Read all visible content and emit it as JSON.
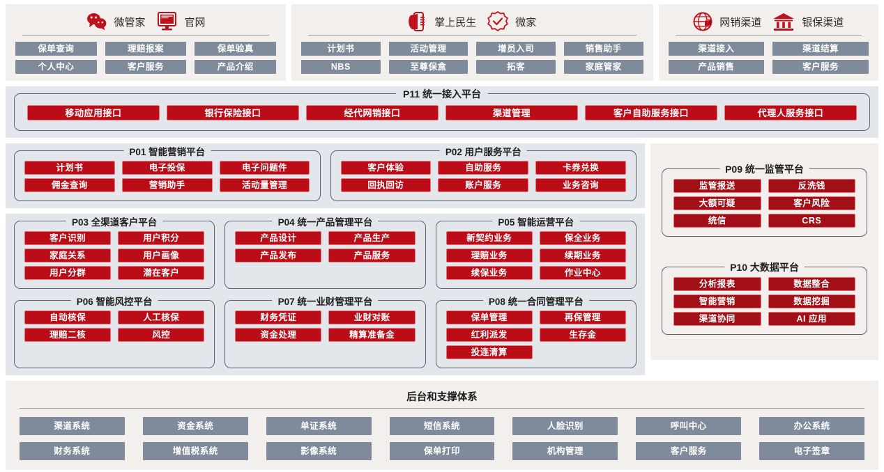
{
  "channels": [
    {
      "id": "wechat-official",
      "heads": [
        {
          "icon": "wechat-icon",
          "label": "微管家"
        },
        {
          "icon": "monitor-icon",
          "label": "官网"
        }
      ],
      "items": [
        "保单查询",
        "理赔报案",
        "保单验真",
        "个人中心",
        "客户服务",
        "产品介绍"
      ],
      "columns": 3
    },
    {
      "id": "mobile-apps",
      "heads": [
        {
          "icon": "mobile-phone-icon",
          "label": "掌上民生"
        },
        {
          "icon": "check-badge-icon",
          "label": "微家"
        }
      ],
      "items": [
        "计划书",
        "活动管理",
        "增员入司",
        "销售助手",
        "NBS",
        "至尊保盒",
        "拓客",
        "家庭管家"
      ],
      "columns": 4
    },
    {
      "id": "online-bank-channels",
      "heads": [
        {
          "icon": "globe-package-icon",
          "label": "网销渠道"
        },
        {
          "icon": "bank-icon",
          "label": "银保渠道"
        }
      ],
      "items": [
        "渠道接入",
        "渠道结算",
        "产品销售",
        "客户服务"
      ],
      "columns": 2
    }
  ],
  "access_platform": {
    "title": "P11 统一接入平台",
    "items": [
      "移动应用接口",
      "银行保险接口",
      "经代网销接口",
      "渠道管理",
      "客户自助服务接口",
      "代理人服务接口"
    ]
  },
  "platform_rows": [
    {
      "id": "row-1",
      "platforms": [
        {
          "title": "P01 智能营销平台",
          "columns": 3,
          "items": [
            "计划书",
            "电子投保",
            "电子问题件",
            "佣金查询",
            "营销助手",
            "活动量管理"
          ]
        },
        {
          "title": "P02 用户服务平台",
          "columns": 3,
          "items": [
            "客户体验",
            "自助服务",
            "卡券兑换",
            "回执回访",
            "账户服务",
            "业务咨询"
          ]
        }
      ]
    },
    {
      "id": "row-2",
      "platforms": [
        {
          "title": "P03 全渠道客户平台",
          "columns": 2,
          "items": [
            "客户识别",
            "用户积分",
            "家庭关系",
            "用户画像",
            "用户分群",
            "潜在客户"
          ]
        },
        {
          "title": "P04 统一产品管理平台",
          "columns": 2,
          "items": [
            "产品设计",
            "产品生产",
            "产品发布",
            "产品服务"
          ]
        },
        {
          "title": "P05 智能运营平台",
          "columns": 2,
          "items": [
            "新契约业务",
            "保全业务",
            "理赔业务",
            "续期业务",
            "续保业务",
            "作业中心"
          ]
        }
      ]
    },
    {
      "id": "row-3",
      "platforms": [
        {
          "title": "P06 智能风控平台",
          "columns": 2,
          "items": [
            "自动核保",
            "人工核保",
            "理赔二核",
            "风控"
          ]
        },
        {
          "title": "P07 统一业财管理平台",
          "columns": 2,
          "items": [
            "财务凭证",
            "业财对账",
            "资金处理",
            "精算准备金"
          ]
        },
        {
          "title": "P08 统一合同管理平台",
          "columns": 2,
          "items": [
            "保单管理",
            "再保管理",
            "红利派发",
            "生存金",
            "投连清算"
          ]
        }
      ]
    }
  ],
  "right_platforms": [
    {
      "title": "P09 统一监管平台",
      "columns": 2,
      "items": [
        "监管报送",
        "反洗钱",
        "大额可疑",
        "客户风险",
        "统信",
        "CRS"
      ]
    },
    {
      "title": "P10 大数据平台",
      "columns": 2,
      "items": [
        "分析报表",
        "数据整合",
        "智能营销",
        "数据挖掘",
        "渠道协同",
        "AI 应用"
      ]
    }
  ],
  "support": {
    "title": "后台和支撑体系",
    "items": [
      "渠道系统",
      "资金系统",
      "单证系统",
      "短信系统",
      "人脸识别",
      "呼叫中心",
      "办公系统",
      "财务系统",
      "增值税系统",
      "影像系统",
      "保单打印",
      "机构管理",
      "客户服务",
      "电子签章"
    ]
  },
  "colors": {
    "red": "#bb0d17",
    "red_dark": "#a30f16",
    "gray_chip": "#7f8a9b",
    "band_blue": "#e3e7ec",
    "band_beige": "#f2efec",
    "border": "#5a6372"
  }
}
